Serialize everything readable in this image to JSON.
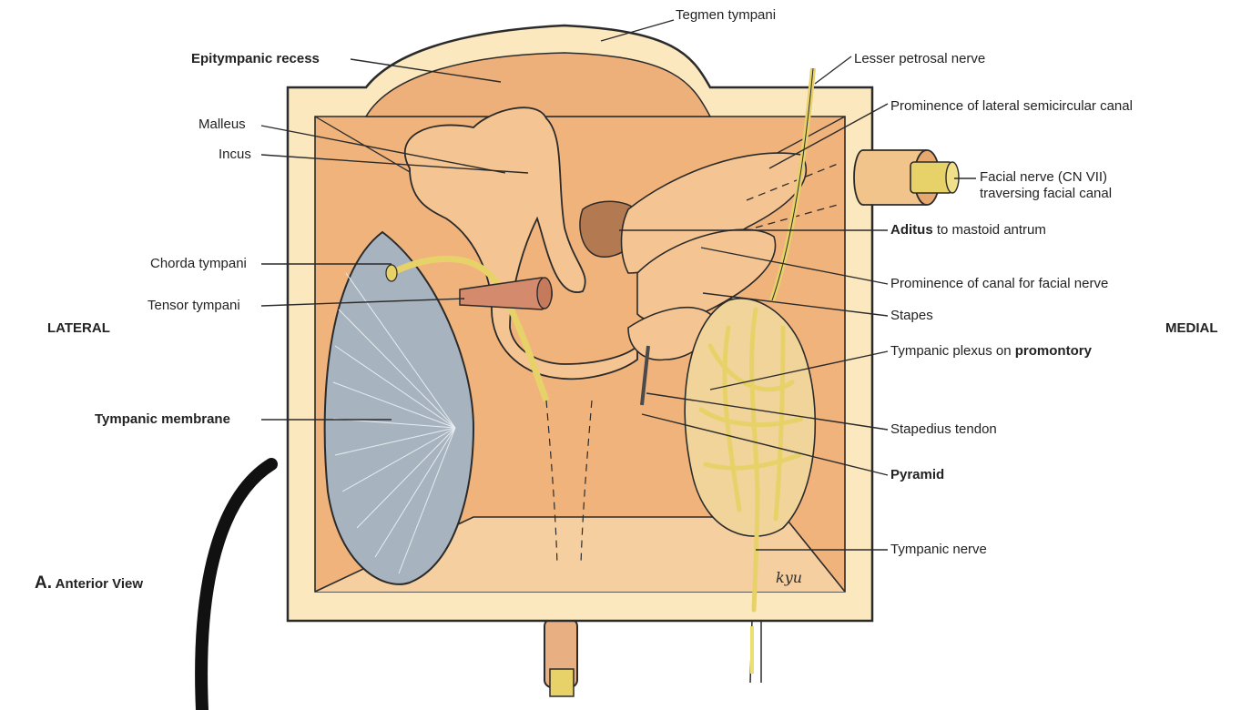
{
  "diagram": {
    "side_labels": {
      "lateral": "LATERAL",
      "medial": "MEDIAL"
    },
    "view_caption": {
      "letter": "A.",
      "text": "Anterior View"
    },
    "artist_signature": "kyu",
    "labels": {
      "tegmen_tympani": "Tegmen tympani",
      "epitympanic_recess": "Epitympanic recess",
      "lesser_petrosal_nerve": "Lesser petrosal nerve",
      "prominence_lateral_semicircular_canal": "Prominence of lateral semicircular canal",
      "malleus": "Malleus",
      "incus": "Incus",
      "facial_nerve_line1": "Facial nerve  (CN VII)",
      "facial_nerve_line2": "traversing facial canal",
      "aditus_bold": "Aditus",
      "aditus_rest": " to mastoid antrum",
      "chorda_tympani": "Chorda tympani",
      "prominence_canal_facial_nerve": "Prominence of canal for facial nerve",
      "tensor_tympani": "Tensor tympani",
      "stapes": "Stapes",
      "tympanic_plexus_prefix": "Tympanic plexus on ",
      "tympanic_plexus_bold": "promontory",
      "tympanic_membrane": "Tympanic membrane",
      "stapedius_tendon": "Stapedius tendon",
      "pyramid": "Pyramid",
      "tympanic_nerve": "Tympanic nerve"
    },
    "colors": {
      "cavity_wall": "#f2c89a",
      "inner_wall": "#f0b37c",
      "frame_outline": "#2b2b2b",
      "membrane": "#a7b3be",
      "nerve": "#ecdf72",
      "muscle": "#d48a6c",
      "antrum": "#b37a52"
    }
  }
}
